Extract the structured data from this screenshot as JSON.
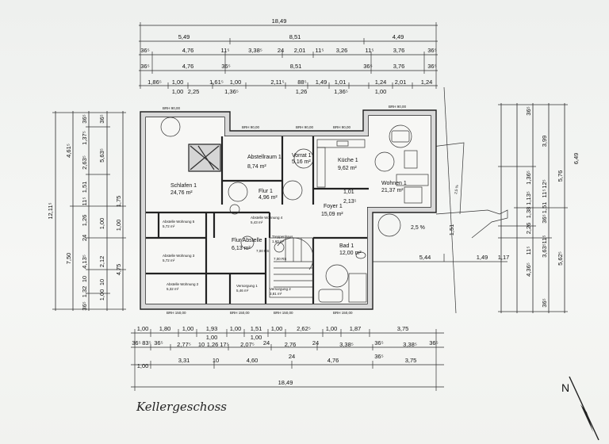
{
  "drawing": {
    "label": "Kellergeschoss",
    "north": "N",
    "slope_label": "2,5 %",
    "slope_label_2": "2,5 %"
  },
  "dims_top": {
    "row1": [
      "18,49"
    ],
    "row2": [
      "5,49",
      "8,51",
      "4,49"
    ],
    "row3": [
      "36⁵",
      "4,76",
      "11⁵",
      "3,38⁵",
      "24",
      "2,01",
      "11⁵",
      "3,26",
      "11⁵",
      "3,76",
      "36⁵"
    ],
    "row4": [
      "36⁵",
      "4,76",
      "36⁵",
      "8,51",
      "36⁵",
      "3,76",
      "36⁵"
    ],
    "row5": [
      "1,86⁵",
      "1,00",
      "1,61⁵",
      "1,00",
      "2,11⁵",
      "88⁵",
      "1,49",
      "1,01",
      "1,24",
      "2,01",
      "1,24"
    ],
    "row5b": [
      "1,00",
      "2,25",
      "1,36⁵",
      "1,26",
      "1,36⁵",
      "1,00"
    ]
  },
  "dims_bottom": {
    "row1": [
      "1,00",
      "1,80",
      "1,00",
      "1,93",
      "1,00",
      "1,51",
      "1,00",
      "2,62⁵",
      "1,00",
      "1,87",
      "3,75"
    ],
    "row1b": [
      "1,00",
      "1,00"
    ],
    "row2": [
      "36⁵",
      "83⁵",
      "36⁵",
      "2,77⁵",
      "10",
      "1,26",
      "17⁵",
      "2,07⁵",
      "24",
      "2,76",
      "24",
      "3,38⁵",
      "36⁵",
      "3,38⁵",
      "36⁵"
    ],
    "row3": [
      "1,00",
      "3,31",
      "10",
      "4,60",
      "24",
      "4,76",
      "36⁵",
      "3,75"
    ],
    "row4": [
      "18,49"
    ]
  },
  "dims_left": {
    "row1": [
      "12,11⁵"
    ],
    "row2": [
      "4,61⁵",
      "7,50"
    ],
    "row3": [
      "36⁵",
      "1,37⁵",
      "2,63⁵",
      "5,63⁵",
      "1,51",
      "11⁵",
      "1,26",
      "24",
      "4,13⁵",
      "10",
      "1,32",
      "36⁵"
    ],
    "row4": [
      "36⁵",
      "1,75",
      "1,00",
      "1,00",
      "2,12",
      "4,75",
      "10",
      "1,00"
    ]
  },
  "dims_right": {
    "row1": [
      "3,99",
      "5,76",
      "6,49",
      "4,36⁵",
      "5,62⁵"
    ],
    "row2": [
      "36⁵",
      "1,36⁵",
      "11⁵",
      "1,51",
      "1,38",
      "2,26",
      "36⁵",
      "3,63⁵",
      "11⁵",
      "36⁵"
    ],
    "row3": [
      "1,13⁵",
      "12⁵",
      "11⁵"
    ]
  },
  "dims_terrace": [
    "1,51",
    "5,44",
    "1,49",
    "1,17"
  ],
  "rooms": [
    {
      "name": "Schlafen 1",
      "area": "24,76 m²"
    },
    {
      "name": "Abstellraum 1",
      "area": "8,74 m²"
    },
    {
      "name": "Vorrat 1",
      "area": "5,16 m²"
    },
    {
      "name": "Küche 1",
      "area": "9,62 m²"
    },
    {
      "name": "Wohnen 1",
      "area": "21,37 m²"
    },
    {
      "name": "Flur 1",
      "area": "4,96 m²"
    },
    {
      "name": "Foyer 1",
      "area": "15,09 m²"
    },
    {
      "name": "Flur Abstelle",
      "area": "6,13 m²"
    },
    {
      "name": "Bad 1",
      "area": "12,00 m²"
    },
    {
      "name": "Abstelle Wohnung 5",
      "area": "5,72 m²"
    },
    {
      "name": "Abstelle Wohnung 4",
      "area": "5,43 m²"
    },
    {
      "name": "Abstelle Wohnung 3",
      "area": "5,72 m²"
    },
    {
      "name": "Abstelle Wohnung 2",
      "area": "5,32 m²"
    },
    {
      "name": "Versorgung 1",
      "area": "5,46 m²"
    },
    {
      "name": "Versorgung 2",
      "area": "3,81 m²"
    },
    {
      "name": "Treppenhaus",
      "area": "1,60 m²"
    }
  ],
  "misc": {
    "inner_dim_a": "1,01",
    "inner_dim_b": "2,13⁵",
    "window_label": "BRH 90,00",
    "window_label_2": "BRH 150,00",
    "stair_label": "7,00 RS",
    "stair_label_2": "7,00 RS"
  }
}
